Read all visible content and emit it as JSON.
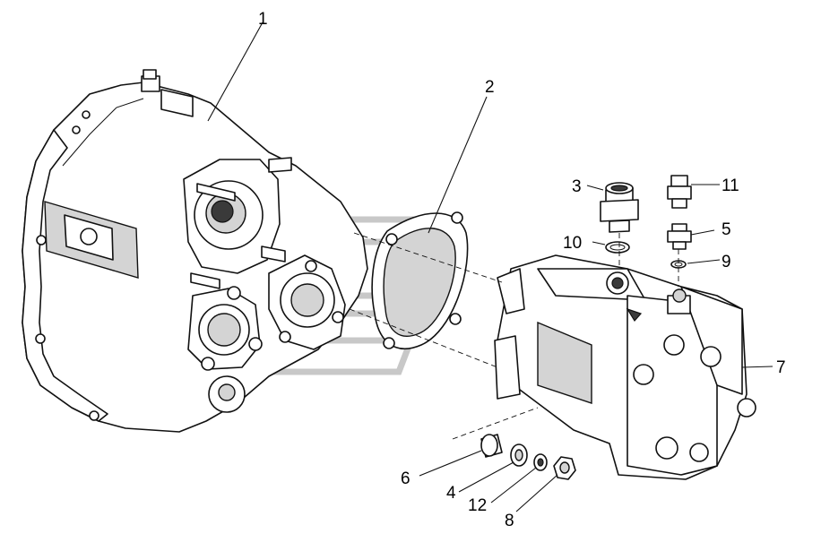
{
  "callouts": [
    {
      "id": "1",
      "label": "1"
    },
    {
      "id": "2",
      "label": "2"
    },
    {
      "id": "3",
      "label": "3"
    },
    {
      "id": "4",
      "label": "4"
    },
    {
      "id": "5",
      "label": "5"
    },
    {
      "id": "6",
      "label": "6"
    },
    {
      "id": "7",
      "label": "7"
    },
    {
      "id": "8",
      "label": "8"
    },
    {
      "id": "9",
      "label": "9"
    },
    {
      "id": "10",
      "label": "10"
    },
    {
      "id": "11",
      "label": "11"
    },
    {
      "id": "12",
      "label": "12"
    }
  ],
  "colors": {
    "line": "#111111",
    "background": "#ffffff",
    "shade": "#d4d4d4",
    "watermark": "#c8c8c8"
  }
}
